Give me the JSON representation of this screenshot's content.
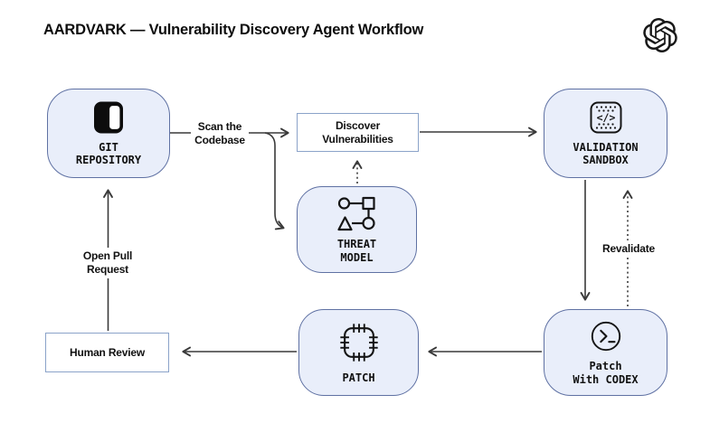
{
  "header": {
    "title": "AARDVARK — Vulnerability Discovery Agent Workflow",
    "logo_icon": "openai-logo"
  },
  "colors": {
    "bg": "#ffffff",
    "node-fill": "#e9eefa",
    "node-border": "#5f71a3",
    "box-border": "#8ba3c9",
    "line": "#3a3a3a",
    "text": "#111111"
  },
  "nodes": {
    "git_repository": {
      "label": "GIT\nREPOSITORY",
      "icon": "repository-icon"
    },
    "discover_vulnerabilities": {
      "label": "Discover\nVulnerabilities"
    },
    "threat_model": {
      "label": "THREAT\nMODEL",
      "icon": "threat-model-icon"
    },
    "validation_sandbox": {
      "label": "VALIDATION\nSANDBOX",
      "icon": "code-sandbox-icon",
      "icon_glyph": "</>"
    },
    "patch_with_codex": {
      "label": "Patch\nWith CODEX",
      "icon": "terminal-icon"
    },
    "patch": {
      "label": "PATCH",
      "icon": "patch-icon"
    },
    "human_review": {
      "label": "Human Review"
    }
  },
  "edges": {
    "scan_the_codebase": "Scan the\nCodebase",
    "open_pull_request": "Open Pull\nRequest",
    "revalidate": "Revalidate"
  }
}
